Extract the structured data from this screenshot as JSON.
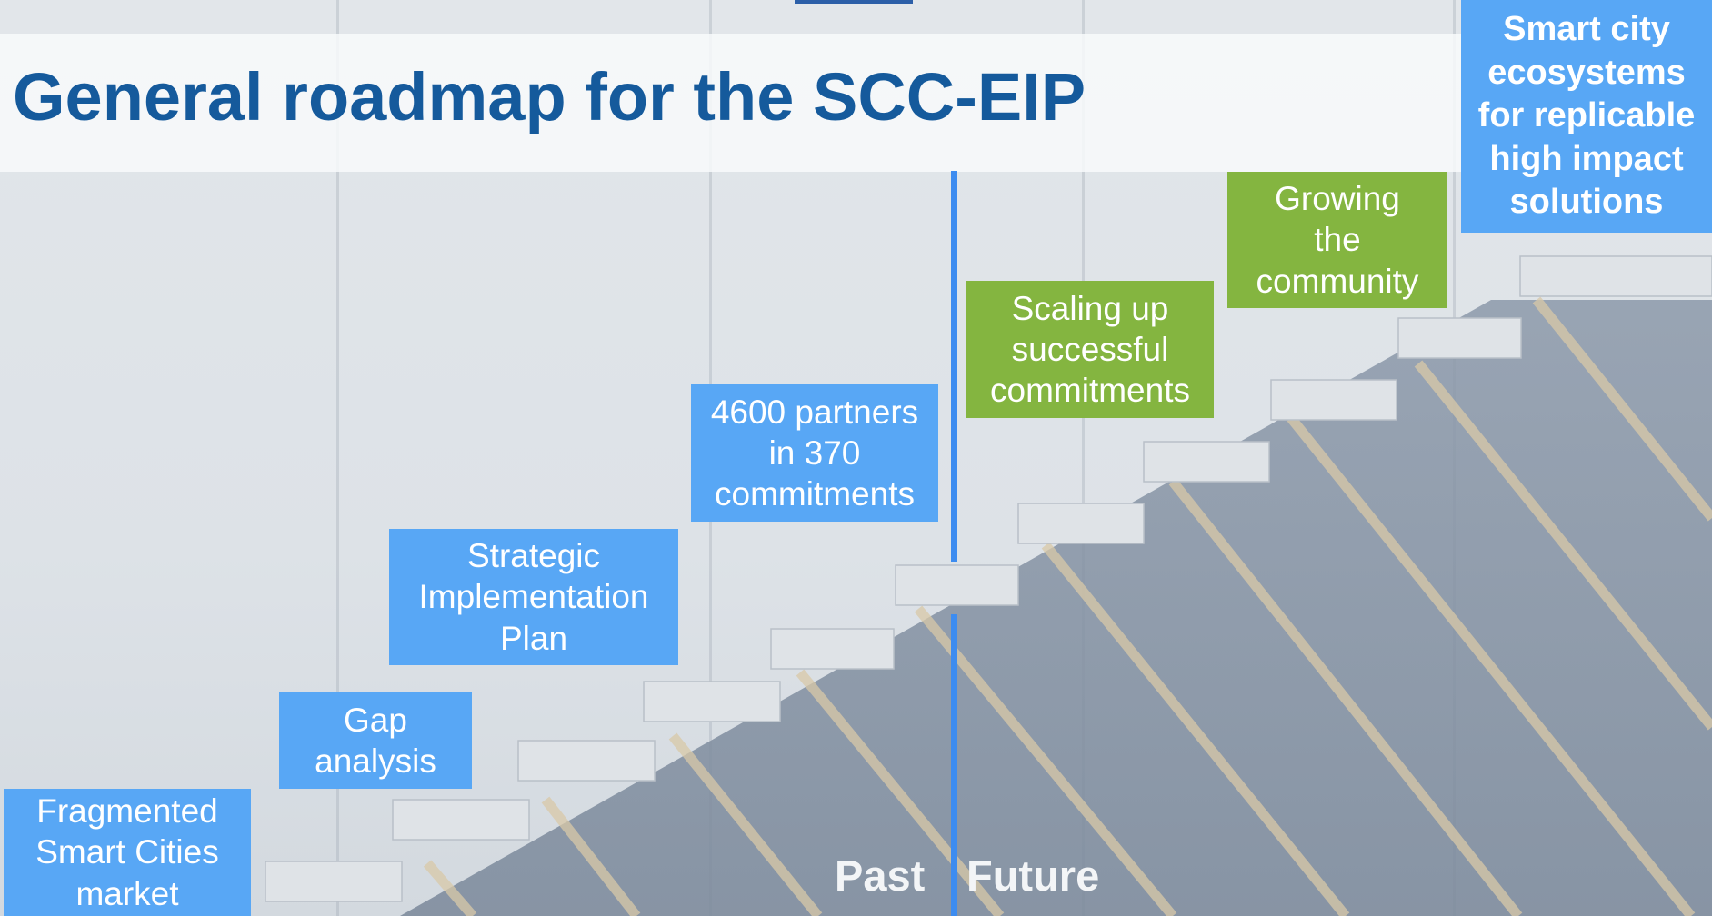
{
  "title": "General roadmap for the SCC-EIP",
  "steps": [
    {
      "label": "Fragmented\nSmart Cities\nmarket",
      "color": "#58a7f5"
    },
    {
      "label": "Gap\nanalysis",
      "color": "#58a7f5"
    },
    {
      "label": "Strategic\nImplementation\nPlan",
      "color": "#58a7f5"
    },
    {
      "label": "4600 partners\nin 370\ncommitments",
      "color": "#58a7f5"
    },
    {
      "label": "Scaling up\nsuccessful\ncommitments",
      "color": "#84b540"
    },
    {
      "label": "Growing\nthe\ncommunity",
      "color": "#84b540"
    },
    {
      "label": "Smart city\necosystems\nfor replicable\nhigh impact\nsolutions",
      "color": "#58a7f5"
    }
  ],
  "timeline": {
    "past_label": "Past",
    "future_label": "Future"
  }
}
